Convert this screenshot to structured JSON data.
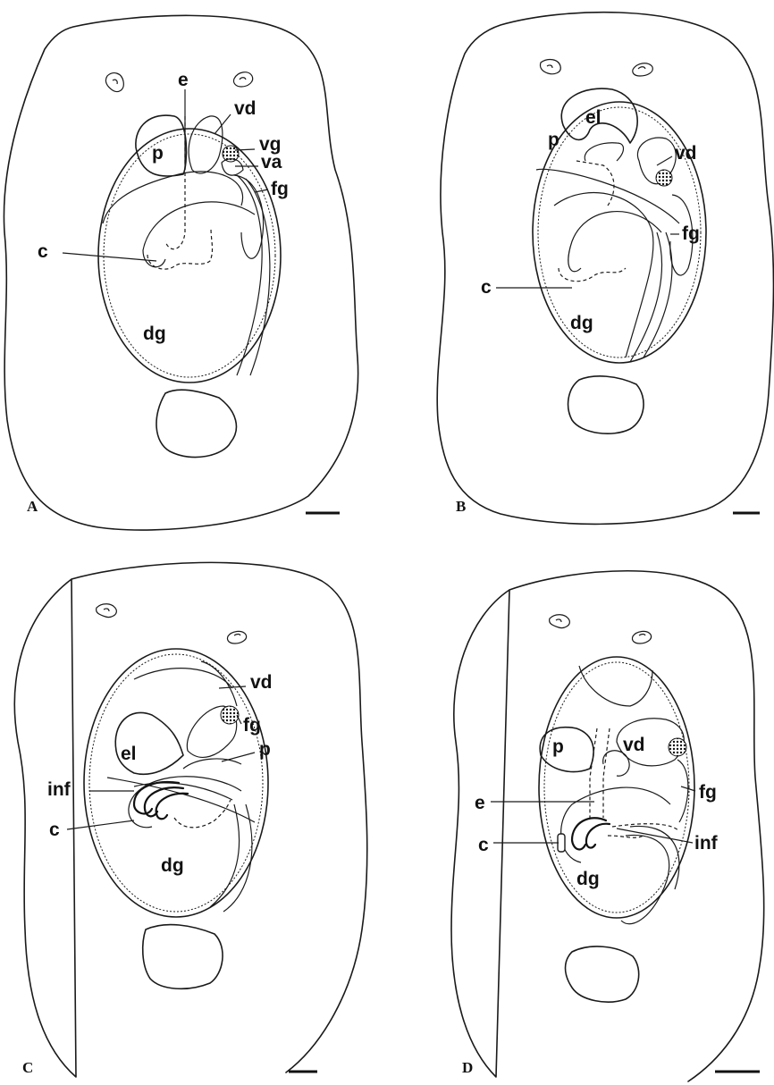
{
  "panels": [
    {
      "id": "A",
      "letter": "A",
      "labels": {
        "e": "e",
        "vd": "vd",
        "vg": "vg",
        "va": "va",
        "p": "p",
        "fg": "fg",
        "c": "c",
        "dg": "dg"
      }
    },
    {
      "id": "B",
      "letter": "B",
      "labels": {
        "el": "el",
        "p": "p",
        "vd": "vd",
        "fg": "fg",
        "c": "c",
        "dg": "dg"
      }
    },
    {
      "id": "C",
      "letter": "C",
      "labels": {
        "vd": "vd",
        "fg": "fg",
        "el": "el",
        "p": "p",
        "inf": "inf",
        "c": "c",
        "dg": "dg"
      }
    },
    {
      "id": "D",
      "letter": "D",
      "labels": {
        "p": "p",
        "vd": "vd",
        "fg": "fg",
        "e": "e",
        "c": "c",
        "inf": "inf",
        "dg": "dg"
      }
    }
  ]
}
